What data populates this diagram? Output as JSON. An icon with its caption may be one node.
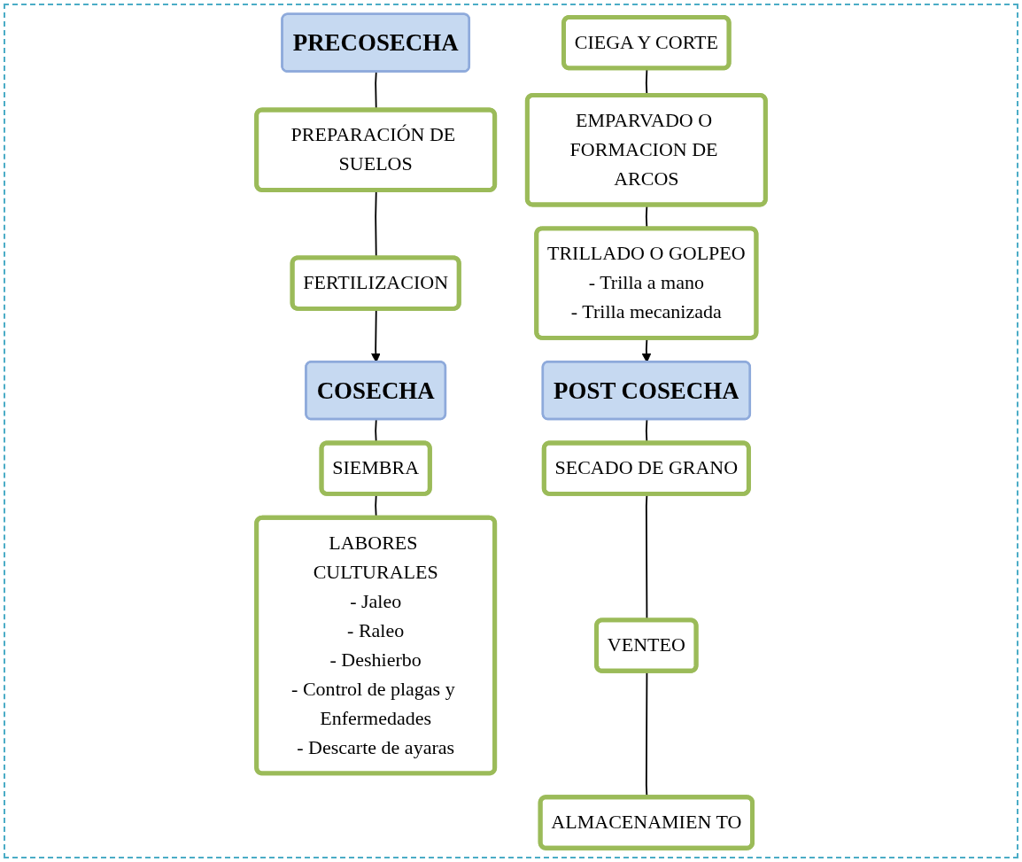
{
  "diagram": {
    "nodes": [
      {
        "text": [
          "PRECOSECHA"
        ]
      },
      {
        "text": [
          "PREPARACIÓN DE SUELOS"
        ]
      },
      {
        "text": [
          "FERTILIZACION"
        ]
      },
      {
        "text": [
          "COSECHA"
        ]
      },
      {
        "text": [
          "SIEMBRA"
        ]
      },
      {
        "text": [
          "LABORES CULTURALES",
          "- Jaleo",
          "- Raleo",
          "- Deshierbo",
          "- Control de plagas y Enfermedades",
          "- Descarte de ayaras"
        ]
      },
      {
        "text": [
          "CIEGA Y CORTE"
        ]
      },
      {
        "text": [
          "EMPARVADO O FORMACION DE ARCOS"
        ]
      },
      {
        "text": [
          "TRILLADO O GOLPEO",
          "- Trilla a mano",
          "- Trilla mecanizada"
        ]
      },
      {
        "text": [
          "POST COSECHA"
        ]
      },
      {
        "text": [
          "SECADO DE GRANO"
        ]
      },
      {
        "text": [
          "VENTEO"
        ]
      },
      {
        "text": [
          "ALMACENAMIEN TO"
        ]
      }
    ],
    "edges": [
      {
        "from": 0,
        "to": 1,
        "arrow": "none"
      },
      {
        "from": 1,
        "to": 2,
        "arrow": "none"
      },
      {
        "from": 2,
        "to": 3,
        "arrow": "to"
      },
      {
        "from": 3,
        "to": 4,
        "arrow": "none"
      },
      {
        "from": 4,
        "to": 5,
        "arrow": "none"
      },
      {
        "from": 6,
        "to": 7,
        "arrow": "none"
      },
      {
        "from": 7,
        "to": 8,
        "arrow": "none"
      },
      {
        "from": 8,
        "to": 9,
        "arrow": "to"
      },
      {
        "from": 9,
        "to": 10,
        "arrow": "none"
      },
      {
        "from": 10,
        "to": 11,
        "arrow": "none"
      },
      {
        "from": 11,
        "to": 12,
        "arrow": "none"
      }
    ]
  }
}
